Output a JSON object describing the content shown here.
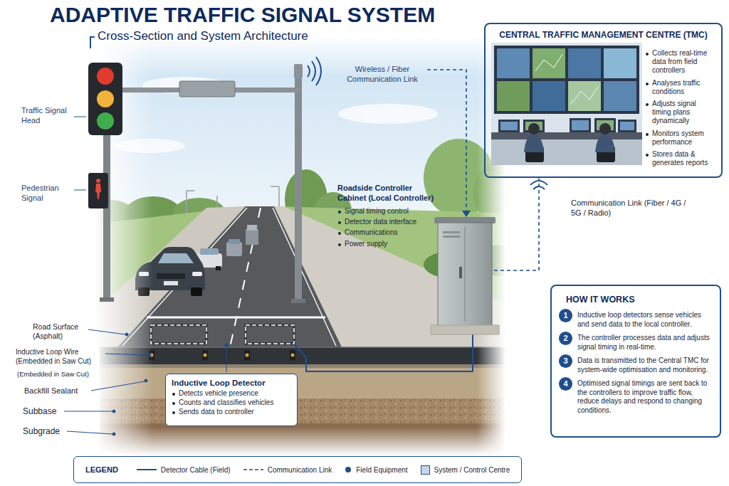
{
  "diagram": {
    "title": "ADAPTIVE TRAFFIC SIGNAL SYSTEM",
    "nodes": [
      {
        "text": [
          "CENTRAL TRAFFIC MANAGEMENT CENTRE (TMC)",
          "Collects real-time data from field controllers",
          "Analyses traffic conditions",
          "Adjusts signal timing plans dynamically",
          "Monitors system performance",
          "Stores data & generates reports"
        ]
      },
      {
        "text": [
          "Roadside Controller Cabinet (Local Controller)",
          "Signal timing control",
          "Detector data interface",
          "Communications",
          "Power supply"
        ]
      },
      {
        "text": [
          "HOW IT WORKS",
          "Inductive loop detectors sense vehicles and send data to the local controller.",
          "The controller processes data and adjusts signal timing in real-time.",
          "Data is transmitted to the Central TMC for system-wide optimisation and monitoring.",
          "Optimised signal timings are sent back to the controllers to improve traffic flow, reduce delays and respond to changing conditions."
        ]
      },
      {
        "text": [
          "1"
        ],
        "in": 2
      },
      {
        "text": [
          "2"
        ],
        "in": 2
      },
      {
        "text": [
          "3"
        ],
        "in": 2
      },
      {
        "text": [
          "4"
        ],
        "in": 2
      },
      {
        "text": [
          "Inductive Loop Detector",
          "Detects vehicle presence",
          "Counts and classifies vehicles",
          "Sends data to controller"
        ]
      }
    ],
    "edges": [
      {
        "from": 1,
        "to": 0,
        "label": "Communication Link (Fiber / 4G / 5G / Radio)",
        "arrow": "none"
      }
    ],
    "labels": [
      "Cross-Section and System Architecture",
      "Traffic Signal Head",
      "Wireless / Fiber Communication Link",
      "Pedestrian Signal",
      "Road Surface (Asphalt)",
      "Inductive Loop Wire (Embedded in Saw Cut)",
      "(Embedded in Saw Cut)",
      "Backfill Sealant",
      "Subbase",
      "Subgrade",
      "LEGEND"
    ],
    "legend": [
      {
        "text": "Detector Cable (Field)"
      },
      {
        "text": "Communication Link"
      },
      {
        "text": "Field Equipment"
      },
      {
        "text": "System / Control Centre",
        "color": "#c5d6ea"
      }
    ]
  }
}
